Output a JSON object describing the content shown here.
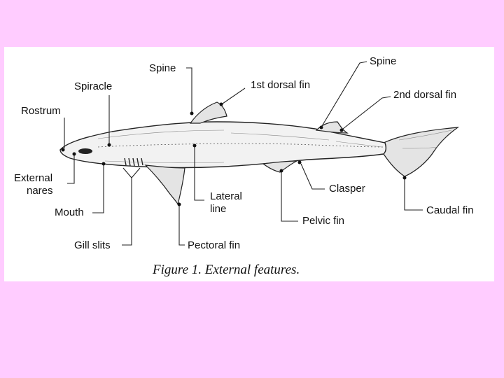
{
  "figure": {
    "caption": "Figure 1. External features.",
    "labels": {
      "spine_front": "Spine",
      "spine_rear": "Spine",
      "spiracle": "Spiracle",
      "rostrum": "Rostrum",
      "external_nares_line1": "External",
      "external_nares_line2": "nares",
      "mouth": "Mouth",
      "gill_slits": "Gill slits",
      "first_dorsal_fin": "1st dorsal fin",
      "second_dorsal_fin": "2nd dorsal fin",
      "lateral_line_line1": "Lateral",
      "lateral_line_line2": "line",
      "pectoral_fin": "Pectoral fin",
      "clasper": "Clasper",
      "pelvic_fin": "Pelvic fin",
      "caudal_fin": "Caudal fin"
    }
  },
  "colors": {
    "background": "#ffccff",
    "panel": "#ffffff"
  }
}
